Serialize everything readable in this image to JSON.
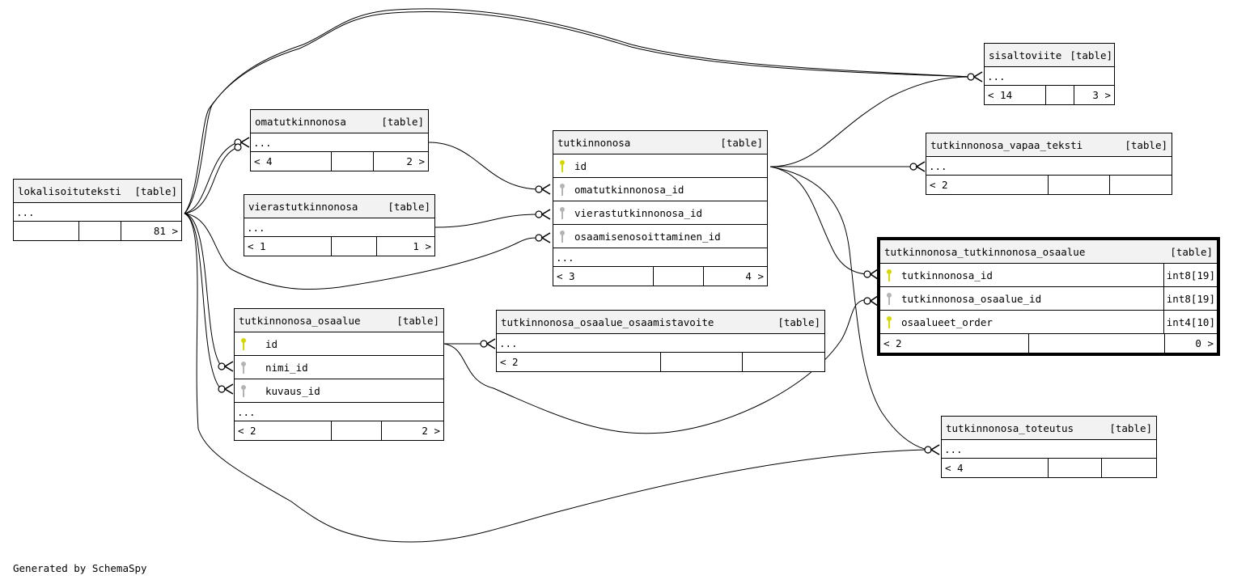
{
  "colors": {
    "primary_key": "#d8d800",
    "foreign_key": "#b4b4b4",
    "header_bg": "#f2f2f2",
    "line": "#000000"
  },
  "footer": "Generated by SchemaSpy",
  "tables": {
    "lokalisoituteksti": {
      "name": "lokalisoituteksti",
      "kind": "[table]",
      "ellipsis": "...",
      "parents": "",
      "children": "81 >"
    },
    "omatutkinnonosa": {
      "name": "omatutkinnonosa",
      "kind": "[table]",
      "ellipsis": "...",
      "parents": "< 4",
      "children": "2 >"
    },
    "vierastutkinnonosa": {
      "name": "vierastutkinnonosa",
      "kind": "[table]",
      "ellipsis": "...",
      "parents": "< 1",
      "children": "1 >"
    },
    "tutkinnonosa": {
      "name": "tutkinnonosa",
      "kind": "[table]",
      "ellipsis": "...",
      "parents": "< 3",
      "children": "4 >",
      "columns": [
        {
          "name": "id",
          "key": "primary"
        },
        {
          "name": "omatutkinnonosa_id",
          "key": "foreign"
        },
        {
          "name": "vierastutkinnonosa_id",
          "key": "foreign"
        },
        {
          "name": "osaamisenosoittaminen_id",
          "key": "foreign"
        }
      ]
    },
    "sisaltoviite": {
      "name": "sisaltoviite",
      "kind": "[table]",
      "ellipsis": "...",
      "parents": "< 14",
      "children": "3 >"
    },
    "tutkinnonosa_vapaa_teksti": {
      "name": "tutkinnonosa_vapaa_teksti",
      "kind": "[table]",
      "ellipsis": "...",
      "parents": "< 2",
      "children": ""
    },
    "tutkinnonosa_tutkinnonosa_osaalue": {
      "name": "tutkinnonosa_tutkinnonosa_osaalue",
      "kind": "[table]",
      "parents": "< 2",
      "children": "0 >",
      "columns": [
        {
          "name": "tutkinnonosa_id",
          "key": "primary",
          "type": "int8[19]"
        },
        {
          "name": "tutkinnonosa_osaalue_id",
          "key": "foreign",
          "type": "int8[19]"
        },
        {
          "name": "osaalueet_order",
          "key": "primary",
          "type": "int4[10]"
        }
      ]
    },
    "tutkinnonosa_osaalue": {
      "name": "tutkinnonosa_osaalue",
      "kind": "[table]",
      "ellipsis": "...",
      "parents": "< 2",
      "children": "2 >",
      "columns": [
        {
          "name": "id",
          "key": "primary"
        },
        {
          "name": "nimi_id",
          "key": "foreign"
        },
        {
          "name": "kuvaus_id",
          "key": "foreign"
        }
      ]
    },
    "tutkinnonosa_osaalue_osaamistavoite": {
      "name": "tutkinnonosa_osaalue_osaamistavoite",
      "kind": "[table]",
      "ellipsis": "...",
      "parents": "< 2",
      "children": ""
    },
    "tutkinnonosa_toteutus": {
      "name": "tutkinnonosa_toteutus",
      "kind": "[table]",
      "ellipsis": "...",
      "parents": "< 4",
      "children": ""
    }
  }
}
